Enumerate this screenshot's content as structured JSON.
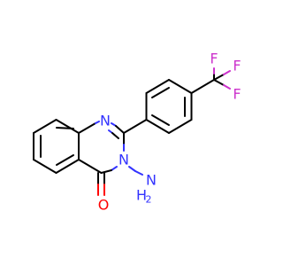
{
  "molecule": {
    "atoms": {
      "n1": {
        "symbol": "N",
        "color": "#3333ff"
      },
      "n3": {
        "symbol": "N",
        "color": "#3333ff"
      },
      "nh2": {
        "symbol": "N",
        "h_label": "H",
        "h_count": "2",
        "color": "#3333ff"
      },
      "o": {
        "symbol": "O",
        "color": "#ff0000"
      },
      "f1": {
        "symbol": "F",
        "color": "#cc33cc"
      },
      "f2": {
        "symbol": "F",
        "color": "#cc33cc"
      },
      "f3": {
        "symbol": "F",
        "color": "#cc33cc"
      }
    },
    "bond_color": "#000000",
    "background": "#ffffff"
  }
}
